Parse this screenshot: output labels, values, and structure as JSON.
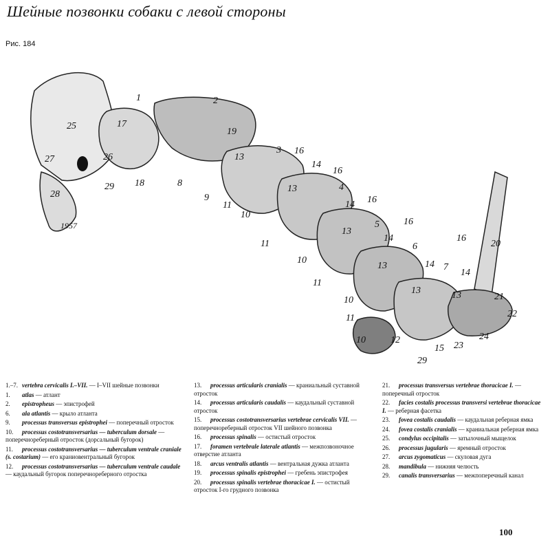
{
  "header": {
    "title": "Шейные позвонки собаки с левой стороны",
    "figure": "Рис. 184"
  },
  "figure_labels": [
    "1",
    "2",
    "3",
    "4",
    "5",
    "6",
    "7",
    "8",
    "9",
    "10",
    "11",
    "12",
    "13",
    "14",
    "15",
    "16",
    "17",
    "18",
    "19",
    "20",
    "21",
    "22",
    "23",
    "24",
    "25",
    "26",
    "27",
    "28",
    "29",
    "1957"
  ],
  "legend": {
    "col1": [
      {
        "n": "1.–7.",
        "latin": "vertebra cervicalis I.–VII.",
        "ru": "— I–VII шейные позвонки"
      },
      {
        "n": "1.",
        "latin": "atlas",
        "ru": "— атлант"
      },
      {
        "n": "2.",
        "latin": "epistropheus",
        "ru": "— эпистрофей"
      },
      {
        "n": "6.",
        "latin": "ala atlantis",
        "ru": "— крыло атланта"
      },
      {
        "n": "9.",
        "latin": "processus transversus epistrophei",
        "ru": "— поперечный отросток"
      },
      {
        "n": "10.",
        "latin": "processus costotransversarius — tuberculum dorsale",
        "ru": "— поперечнореберный отросток (дорсальный бугорок)"
      },
      {
        "n": "11.",
        "latin": "processus costotransversarius — tuberculum ventrale craniale (s. costarium)",
        "ru": "— его краниовентральный бугорок"
      },
      {
        "n": "12.",
        "latin": "processus costotransversarius — tuberculum ventrale caudale",
        "ru": "— каудальный бугорок поперечнореберного отростка"
      }
    ],
    "col2": [
      {
        "n": "13.",
        "latin": "processus articularis cranialis",
        "ru": "— краниальный суставной отросток"
      },
      {
        "n": "14.",
        "latin": "processus articularis caudalis",
        "ru": "— каудальный суставной отросток"
      },
      {
        "n": "15.",
        "latin": "processus costotransversarius vertebrae cervicalis VII.",
        "ru": "— поперечнореберный отросток VII шейного позвонка"
      },
      {
        "n": "16.",
        "latin": "processus spinalis",
        "ru": "— остистый отросток"
      },
      {
        "n": "17.",
        "latin": "foramen vertebrale laterale atlantis",
        "ru": "— межпозвоночное отверстие атланта"
      },
      {
        "n": "18.",
        "latin": "arcus ventralis atlantis",
        "ru": "— вентральная дужка атланта"
      },
      {
        "n": "19.",
        "latin": "processus spinalis epistrophei",
        "ru": "— гребень эпистрофея"
      },
      {
        "n": "20.",
        "latin": "processus spinalis vertebrae thoracicae I.",
        "ru": "— остистый отросток I-го грудного позвонка"
      }
    ],
    "col3": [
      {
        "n": "21.",
        "latin": "processus transversus vertebrae thoracicae I.",
        "ru": "— поперечный отросток"
      },
      {
        "n": "22.",
        "latin": "facies costalis processus transversi vertebrae thoracicae I.",
        "ru": "— реберная фасетка"
      },
      {
        "n": "23.",
        "latin": "fovea costalis caudalis",
        "ru": "— каудальная реберная ямка"
      },
      {
        "n": "24.",
        "latin": "fovea costalis cranialis",
        "ru": "— краниальная реберная ямка"
      },
      {
        "n": "25.",
        "latin": "condylus occipitalis",
        "ru": "— затылочный мыщелок"
      },
      {
        "n": "26.",
        "latin": "processus jugularis",
        "ru": "— яремный отросток"
      },
      {
        "n": "27.",
        "latin": "arcus zygomaticus",
        "ru": "— скуловая дуга"
      },
      {
        "n": "28.",
        "latin": "mandibula",
        "ru": "— нижняя челюсть"
      },
      {
        "n": "29.",
        "latin": "canalis transversarius",
        "ru": "— межпоперечный канал"
      }
    ]
  },
  "page_number": "100"
}
